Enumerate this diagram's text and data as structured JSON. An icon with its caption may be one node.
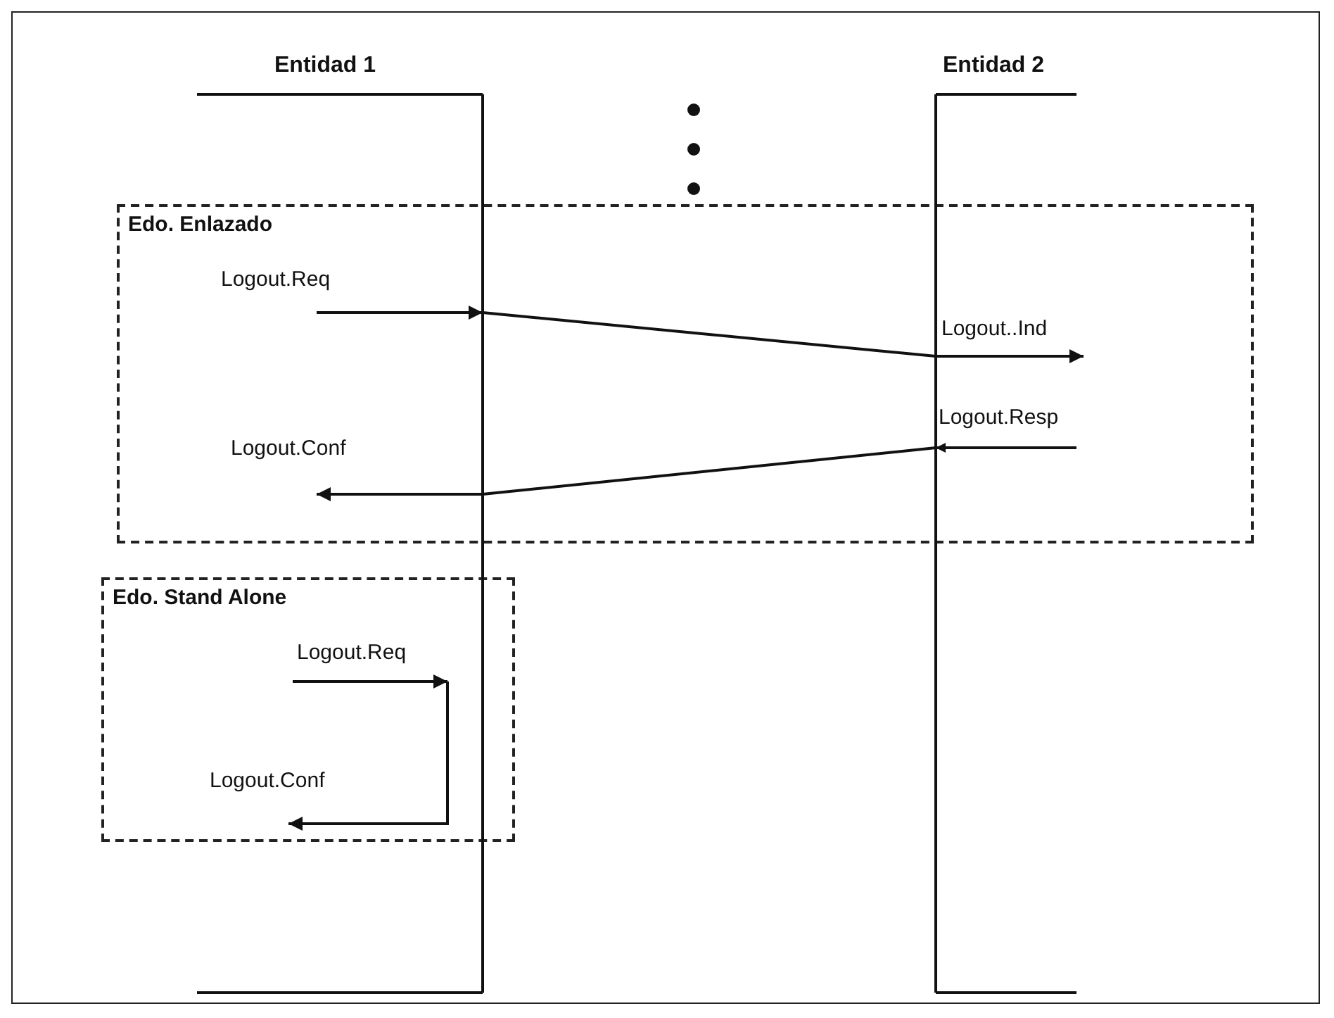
{
  "diagram": {
    "nodes": [
      {
        "text": [
          "Entidad 1"
        ]
      },
      {
        "text": [
          "Entidad 2"
        ]
      }
    ],
    "labels": [
      "Edo. Enlazado",
      "Edo. Stand Alone"
    ],
    "edges": [
      {
        "from": null,
        "to": 0,
        "arrow": "to",
        "label": "Logout.Req"
      },
      {
        "from": 0,
        "to": 1,
        "arrow": "none"
      },
      {
        "from": 1,
        "to": null,
        "arrow": "to",
        "label": "Logout..Ind"
      },
      {
        "from": null,
        "to": 1,
        "arrow": "to",
        "label": "Logout.Resp"
      },
      {
        "from": 1,
        "to": 0,
        "arrow": "none"
      },
      {
        "from": 0,
        "to": null,
        "arrow": "to",
        "label": "Logout.Conf"
      },
      {
        "from": null,
        "to": 0,
        "arrow": "to",
        "label": "Logout.Req"
      },
      {
        "from": 0,
        "to": null,
        "arrow": "to",
        "label": "Logout.Conf"
      }
    ]
  }
}
